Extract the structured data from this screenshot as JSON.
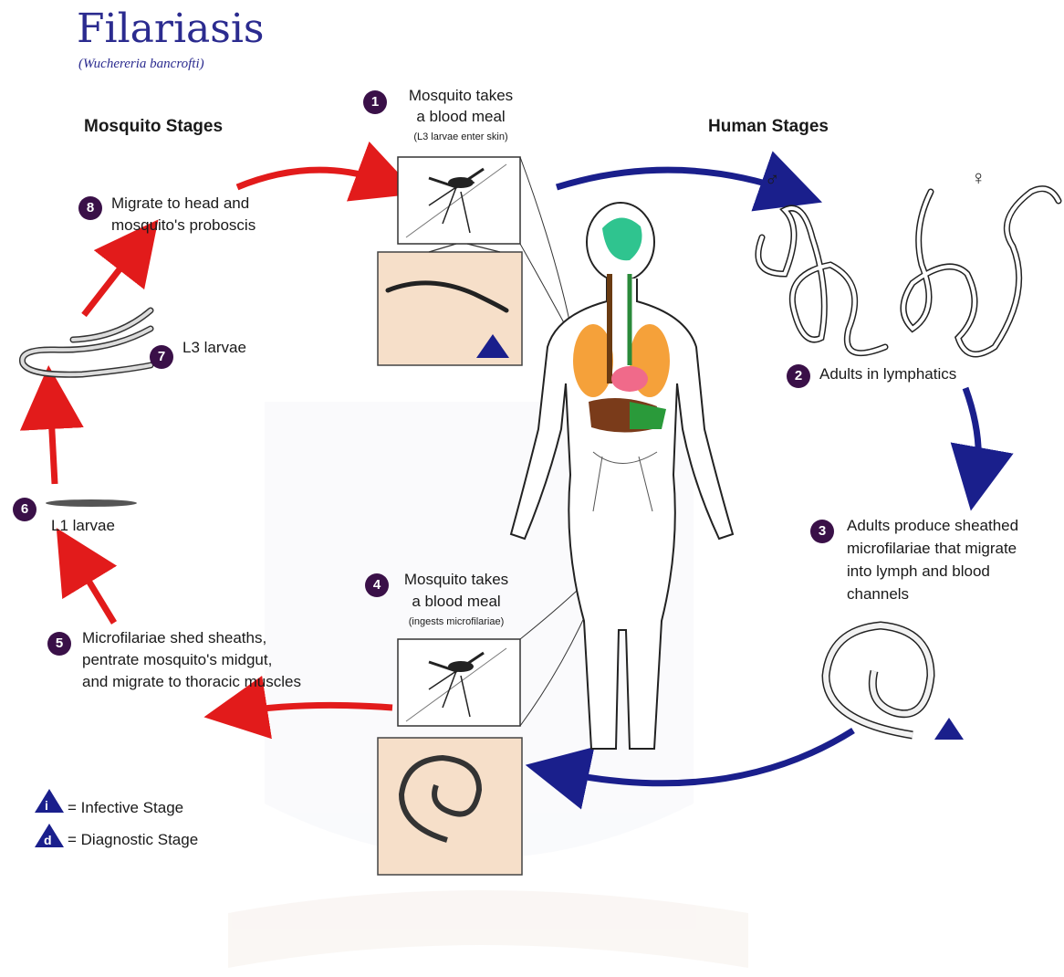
{
  "title": "Filariasis",
  "subtitle": "(Wuchereria bancrofti)",
  "headers": {
    "mosquito": "Mosquito Stages",
    "human": "Human Stages"
  },
  "steps": [
    {
      "num": "1",
      "line1": "Mosquito takes",
      "line2": "a blood meal",
      "note": "(L3 larvae enter skin)"
    },
    {
      "num": "2",
      "text": "Adults in lymphatics",
      "male": "♂",
      "female": "♀"
    },
    {
      "num": "3",
      "line1": "Adults produce sheathed",
      "line2": "microfilariae that migrate",
      "line3": "into lymph and blood",
      "line4": "channels"
    },
    {
      "num": "4",
      "line1": "Mosquito takes",
      "line2": "a blood meal",
      "note": "(ingests microfilariae)"
    },
    {
      "num": "5",
      "line1": "Microfilariae shed sheaths,",
      "line2": "pentrate mosquito's midgut,",
      "line3": "and migrate to thoracic muscles"
    },
    {
      "num": "6",
      "text": "L1 larvae"
    },
    {
      "num": "7",
      "text": "L3 larvae"
    },
    {
      "num": "8",
      "line1": "Migrate to head and",
      "line2": "mosquito's proboscis"
    }
  ],
  "legend": {
    "infective_letter": "i",
    "infective_label": "= Infective Stage",
    "diagnostic_letter": "d",
    "diagnostic_label": "= Diagnostic Stage"
  },
  "colors": {
    "red_arrow": "#e21b1b",
    "blue_arrow": "#1a1f8c",
    "badge": "#3a1048",
    "title": "#2b2b8f",
    "panel": "#f6dfc9"
  }
}
